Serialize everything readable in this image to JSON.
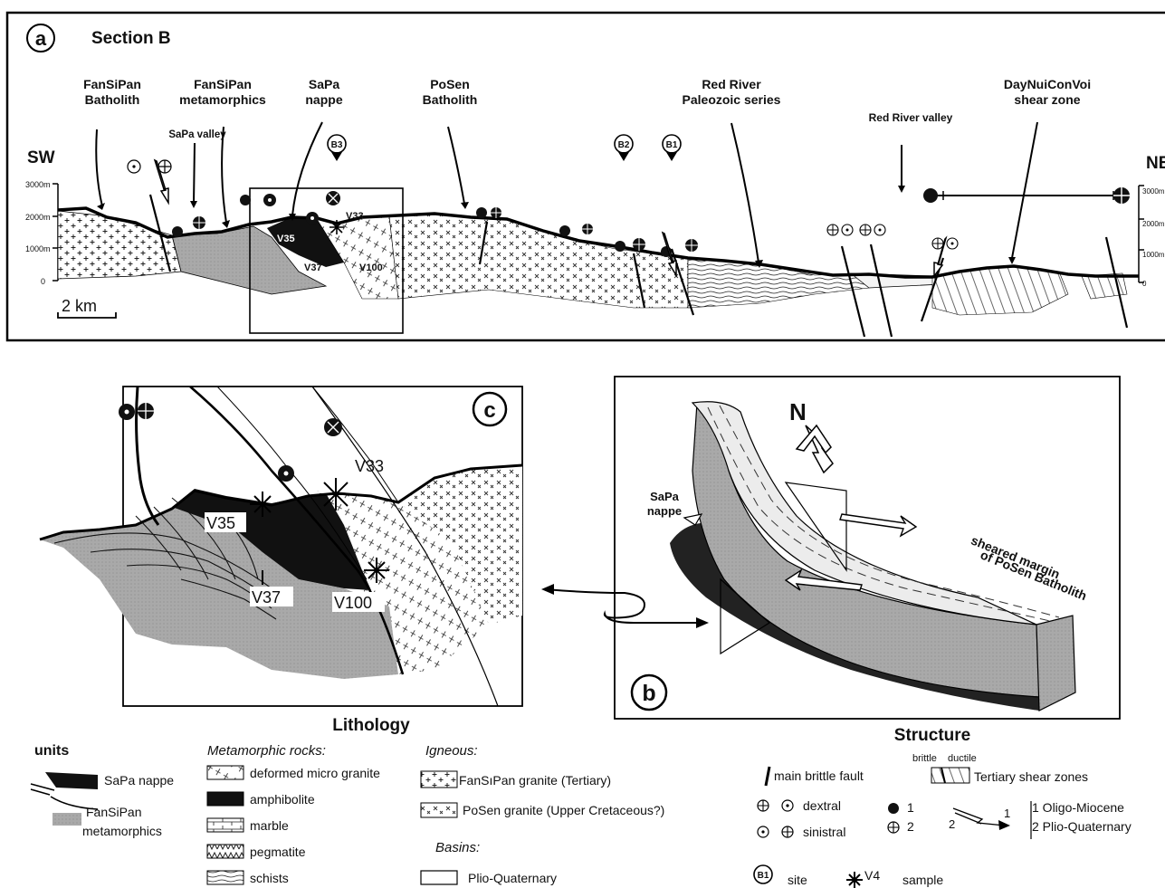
{
  "panel_a": {
    "letter": "a",
    "title": "Section B",
    "sw": "SW",
    "ne": "NE",
    "scale_label": "2 km",
    "elev_left": [
      "3000m",
      "2000m",
      "1000m",
      "0"
    ],
    "elev_right": [
      "3000m",
      "2000m",
      "1000m",
      "0"
    ],
    "labels": {
      "fansipan_batholith": [
        "FanSiPan",
        "Batholith"
      ],
      "fansipan_meta": [
        "FanSiPan",
        "metamorphics"
      ],
      "sapa_valley": "SaPa valley",
      "sapa_nappe": [
        "SaPa",
        "nappe"
      ],
      "posen_batholith": [
        "PoSen",
        "Batholith"
      ],
      "red_river_paleozoic": [
        "Red River",
        "Paleozoic series"
      ],
      "red_river_valley": "Red River valley",
      "dnc": [
        "DayNuiConVoi",
        "shear zone"
      ]
    },
    "sites": [
      "B3",
      "B2",
      "B1"
    ],
    "samples": [
      "V33",
      "V35",
      "V37",
      "V100"
    ]
  },
  "panel_c": {
    "letter": "c",
    "samples": [
      "V33",
      "V35",
      "V37",
      "V100"
    ]
  },
  "panel_b": {
    "letter": "b",
    "north": "N",
    "sapa_nappe": [
      "SaPa",
      "nappe"
    ],
    "sheared_margin": [
      "sheared margin",
      "of PoSen Batholith"
    ]
  },
  "headings": {
    "lithology": "Lithology",
    "structure": "Structure"
  },
  "legend": {
    "units_title": "units",
    "sapa_nappe": "SaPa nappe",
    "fansipan_meta": [
      "FanSiPan",
      "metamorphics"
    ],
    "metamorphic_title": "Metamorphic rocks:",
    "metamorphic": [
      "deformed micro granite",
      "amphibolite",
      "marble",
      "pegmatite",
      "schists"
    ],
    "igneous_title": "Igneous:",
    "igneous": [
      "FanSıPan granite (Tertiary)",
      "PoSen granite (Upper Cretaceous?)"
    ],
    "basins_title": "Basins:",
    "basins": [
      "Plio-Quaternary"
    ],
    "fault": "main brittle fault",
    "brittle": "brittle",
    "ductile": "ductile",
    "shear_zones": "Tertiary shear zones",
    "dextral": "dextral",
    "sinistral": "sinistral",
    "n1": "1",
    "n2": "2",
    "age1": "1 Oligo-Miocene",
    "age2": "2 Plio-Quaternary",
    "site_symbol": "B1",
    "site": "site",
    "sample_symbol": "V4",
    "sample": "sample"
  }
}
